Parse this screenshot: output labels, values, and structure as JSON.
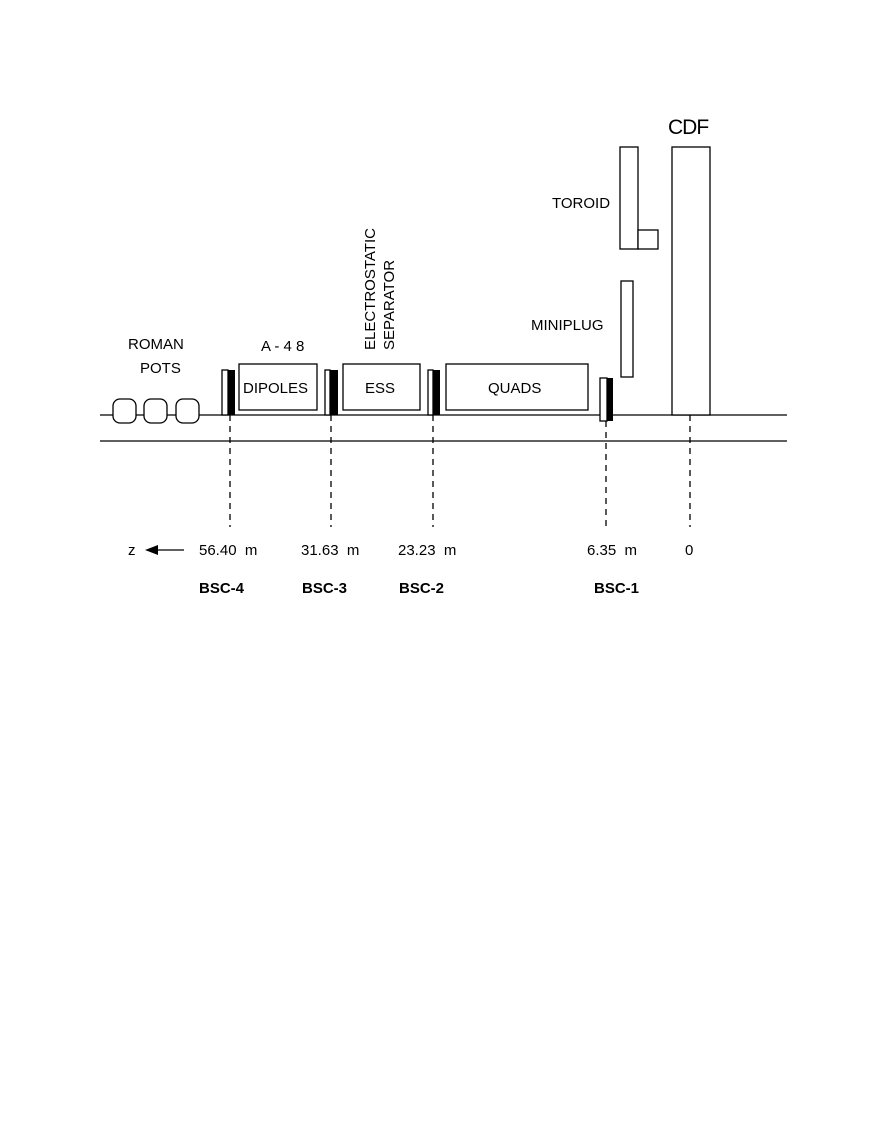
{
  "labels": {
    "cdf": "CDF",
    "toroid": "TOROID",
    "miniplug": "MINIPLUG",
    "roman_pots_line1": "ROMAN",
    "roman_pots_line2": "POTS",
    "a48": "A - 4 8",
    "electrostatic": "ELECTROSTATIC",
    "separator": "SEPARATOR",
    "dipoles": "DIPOLES",
    "ess": "ESS",
    "quads": "QUADS"
  },
  "axis": {
    "z_label": "z",
    "positions": [
      "56.40  m",
      "31.63  m",
      "23.23  m",
      "6.35  m",
      "0"
    ]
  },
  "counters": [
    "BSC-4",
    "BSC-3",
    "BSC-2",
    "BSC-1"
  ]
}
